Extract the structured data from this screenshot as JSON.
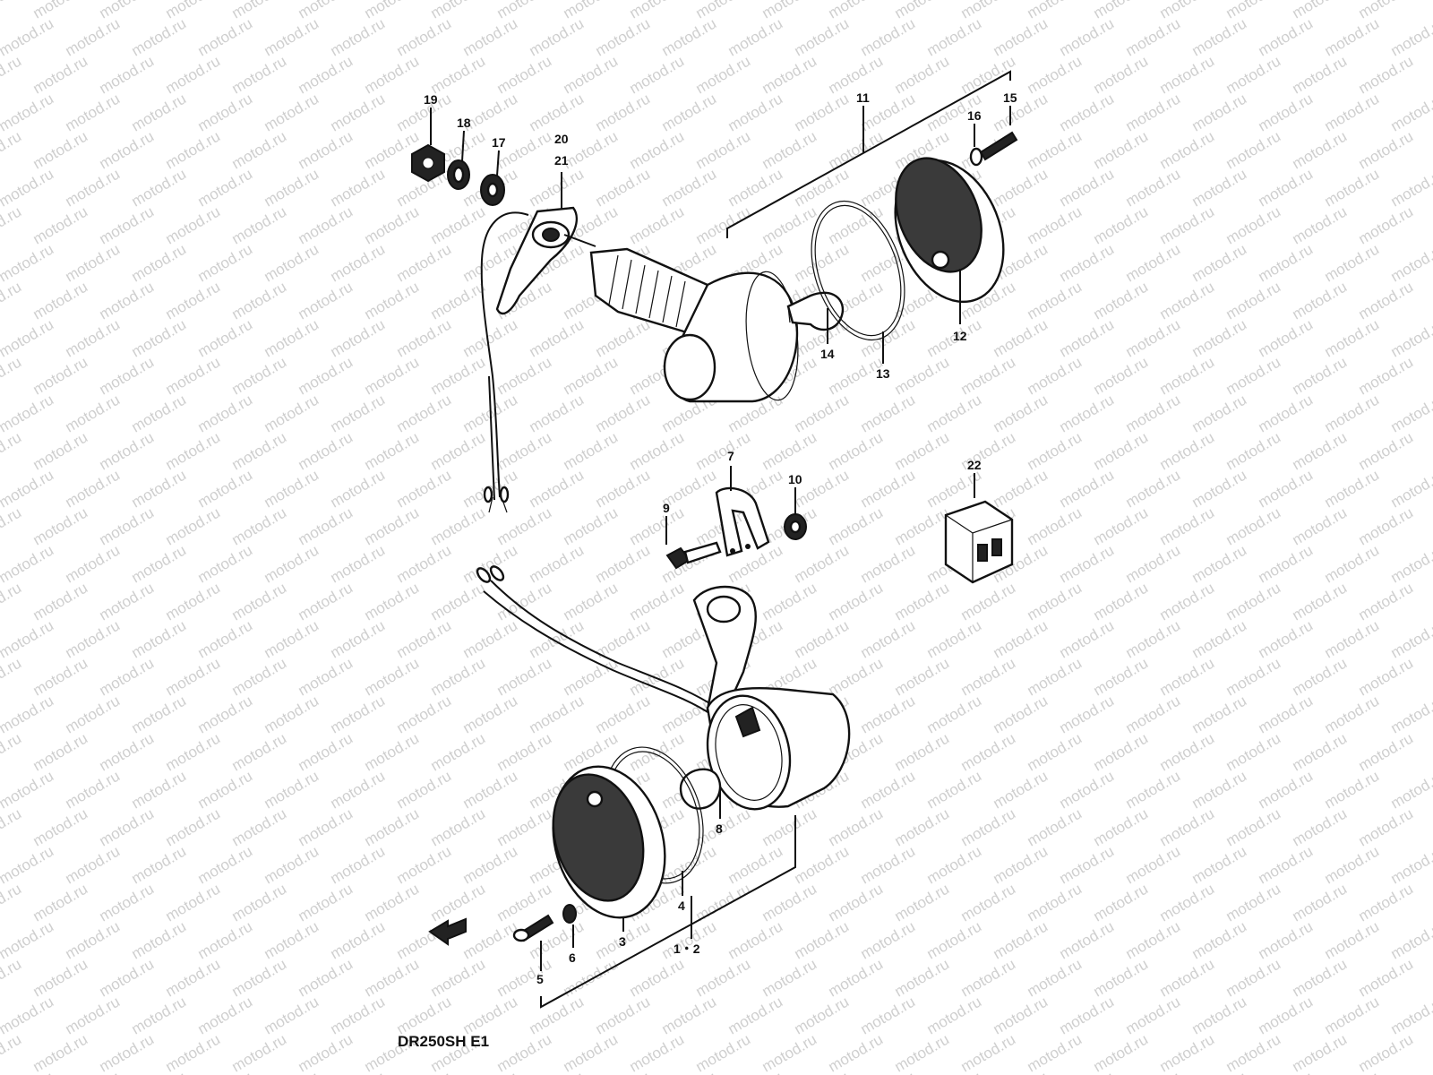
{
  "watermark": "motod.ru",
  "model_code": "DR250SH E1",
  "callouts": {
    "c19": "19",
    "c18": "18",
    "c17": "17",
    "c20": "20",
    "c21": "21",
    "c11": "11",
    "c16": "16",
    "c15": "15",
    "c12": "12",
    "c13": "13",
    "c14": "14",
    "c7": "7",
    "c9": "9",
    "c10": "10",
    "c22": "22",
    "c8": "8",
    "c4": "4",
    "c3": "3",
    "c6": "6",
    "c5": "5",
    "c12b": "1・2"
  }
}
